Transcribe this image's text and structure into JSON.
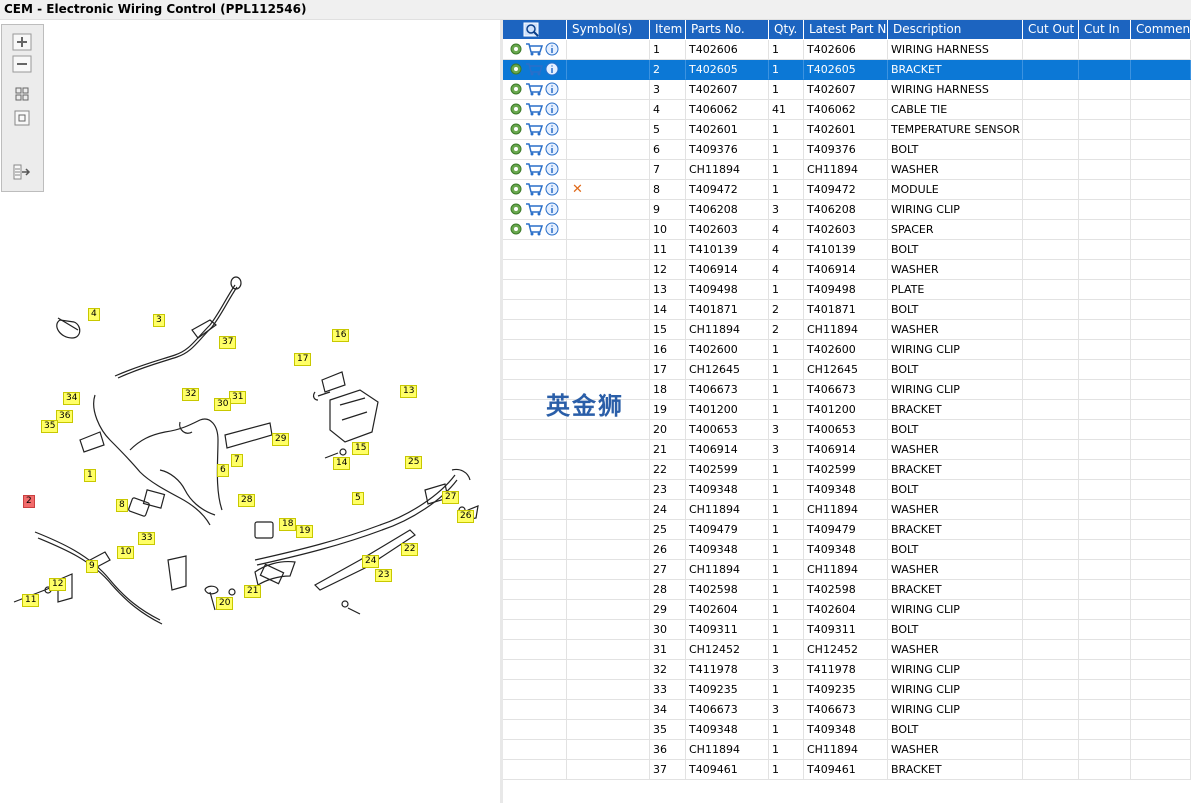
{
  "window": {
    "title": "CEM - Electronic Wiring Control (PPL112546)"
  },
  "toolbar": {
    "buttons": [
      {
        "name": "zoom-in-icon"
      },
      {
        "name": "zoom-out-icon"
      },
      {
        "name": "fit-page-icon"
      },
      {
        "name": "actual-size-icon"
      },
      {
        "name": "export-list-icon"
      }
    ]
  },
  "diagram": {
    "callouts": [
      "4",
      "3",
      "37",
      "16",
      "17",
      "13",
      "34",
      "36",
      "35",
      "32",
      "31",
      "30",
      "29",
      "15",
      "14",
      "1",
      "7",
      "6",
      "8",
      "28",
      "2",
      "18",
      "19",
      "10",
      "33",
      "9",
      "12",
      "11",
      "20",
      "21",
      "5",
      "22",
      "25",
      "27",
      "26",
      "24",
      "23"
    ],
    "highlighted_callout": "2"
  },
  "table": {
    "columns": [
      "",
      "Symbol(s)",
      "Item",
      "Parts No.",
      "Qty.",
      "Latest Part No.",
      "Description",
      "Cut Out",
      "Cut In",
      "Comment"
    ],
    "selected_item": "2",
    "rows": [
      {
        "icons": true,
        "symbol": "",
        "item": "1",
        "part": "T402606",
        "qty": "1",
        "latest": "T402606",
        "desc": "WIRING HARNESS"
      },
      {
        "icons": true,
        "symbol": "",
        "item": "2",
        "part": "T402605",
        "qty": "1",
        "latest": "T402605",
        "desc": "BRACKET"
      },
      {
        "icons": true,
        "symbol": "",
        "item": "3",
        "part": "T402607",
        "qty": "1",
        "latest": "T402607",
        "desc": "WIRING HARNESS"
      },
      {
        "icons": true,
        "symbol": "",
        "item": "4",
        "part": "T406062",
        "qty": "41",
        "latest": "T406062",
        "desc": "CABLE TIE"
      },
      {
        "icons": true,
        "symbol": "",
        "item": "5",
        "part": "T402601",
        "qty": "1",
        "latest": "T402601",
        "desc": "TEMPERATURE SENSOR"
      },
      {
        "icons": true,
        "symbol": "",
        "item": "6",
        "part": "T409376",
        "qty": "1",
        "latest": "T409376",
        "desc": "BOLT"
      },
      {
        "icons": true,
        "symbol": "",
        "item": "7",
        "part": "CH11894",
        "qty": "1",
        "latest": "CH11894",
        "desc": "WASHER"
      },
      {
        "icons": true,
        "symbol": "✕",
        "item": "8",
        "part": "T409472",
        "qty": "1",
        "latest": "T409472",
        "desc": "MODULE"
      },
      {
        "icons": true,
        "symbol": "",
        "item": "9",
        "part": "T406208",
        "qty": "3",
        "latest": "T406208",
        "desc": "WIRING CLIP"
      },
      {
        "icons": true,
        "symbol": "",
        "item": "10",
        "part": "T402603",
        "qty": "4",
        "latest": "T402603",
        "desc": "SPACER"
      },
      {
        "icons": false,
        "symbol": "",
        "item": "11",
        "part": "T410139",
        "qty": "4",
        "latest": "T410139",
        "desc": "BOLT"
      },
      {
        "icons": false,
        "symbol": "",
        "item": "12",
        "part": "T406914",
        "qty": "4",
        "latest": "T406914",
        "desc": "WASHER"
      },
      {
        "icons": false,
        "symbol": "",
        "item": "13",
        "part": "T409498",
        "qty": "1",
        "latest": "T409498",
        "desc": "PLATE"
      },
      {
        "icons": false,
        "symbol": "",
        "item": "14",
        "part": "T401871",
        "qty": "2",
        "latest": "T401871",
        "desc": "BOLT"
      },
      {
        "icons": false,
        "symbol": "",
        "item": "15",
        "part": "CH11894",
        "qty": "2",
        "latest": "CH11894",
        "desc": "WASHER"
      },
      {
        "icons": false,
        "symbol": "",
        "item": "16",
        "part": "T402600",
        "qty": "1",
        "latest": "T402600",
        "desc": "WIRING CLIP"
      },
      {
        "icons": false,
        "symbol": "",
        "item": "17",
        "part": "CH12645",
        "qty": "1",
        "latest": "CH12645",
        "desc": "BOLT"
      },
      {
        "icons": false,
        "symbol": "",
        "item": "18",
        "part": "T406673",
        "qty": "1",
        "latest": "T406673",
        "desc": "WIRING CLIP"
      },
      {
        "icons": false,
        "symbol": "",
        "item": "19",
        "part": "T401200",
        "qty": "1",
        "latest": "T401200",
        "desc": "BRACKET"
      },
      {
        "icons": false,
        "symbol": "",
        "item": "20",
        "part": "T400653",
        "qty": "3",
        "latest": "T400653",
        "desc": "BOLT"
      },
      {
        "icons": false,
        "symbol": "",
        "item": "21",
        "part": "T406914",
        "qty": "3",
        "latest": "T406914",
        "desc": "WASHER"
      },
      {
        "icons": false,
        "symbol": "",
        "item": "22",
        "part": "T402599",
        "qty": "1",
        "latest": "T402599",
        "desc": "BRACKET"
      },
      {
        "icons": false,
        "symbol": "",
        "item": "23",
        "part": "T409348",
        "qty": "1",
        "latest": "T409348",
        "desc": "BOLT"
      },
      {
        "icons": false,
        "symbol": "",
        "item": "24",
        "part": "CH11894",
        "qty": "1",
        "latest": "CH11894",
        "desc": "WASHER"
      },
      {
        "icons": false,
        "symbol": "",
        "item": "25",
        "part": "T409479",
        "qty": "1",
        "latest": "T409479",
        "desc": "BRACKET"
      },
      {
        "icons": false,
        "symbol": "",
        "item": "26",
        "part": "T409348",
        "qty": "1",
        "latest": "T409348",
        "desc": "BOLT"
      },
      {
        "icons": false,
        "symbol": "",
        "item": "27",
        "part": "CH11894",
        "qty": "1",
        "latest": "CH11894",
        "desc": "WASHER"
      },
      {
        "icons": false,
        "symbol": "",
        "item": "28",
        "part": "T402598",
        "qty": "1",
        "latest": "T402598",
        "desc": "BRACKET"
      },
      {
        "icons": false,
        "symbol": "",
        "item": "29",
        "part": "T402604",
        "qty": "1",
        "latest": "T402604",
        "desc": "WIRING CLIP"
      },
      {
        "icons": false,
        "symbol": "",
        "item": "30",
        "part": "T409311",
        "qty": "1",
        "latest": "T409311",
        "desc": "BOLT"
      },
      {
        "icons": false,
        "symbol": "",
        "item": "31",
        "part": "CH12452",
        "qty": "1",
        "latest": "CH12452",
        "desc": "WASHER"
      },
      {
        "icons": false,
        "symbol": "",
        "item": "32",
        "part": "T411978",
        "qty": "3",
        "latest": "T411978",
        "desc": "WIRING CLIP"
      },
      {
        "icons": false,
        "symbol": "",
        "item": "33",
        "part": "T409235",
        "qty": "1",
        "latest": "T409235",
        "desc": "WIRING CLIP"
      },
      {
        "icons": false,
        "symbol": "",
        "item": "34",
        "part": "T406673",
        "qty": "3",
        "latest": "T406673",
        "desc": "WIRING CLIP"
      },
      {
        "icons": false,
        "symbol": "",
        "item": "35",
        "part": "T409348",
        "qty": "1",
        "latest": "T409348",
        "desc": "BOLT"
      },
      {
        "icons": false,
        "symbol": "",
        "item": "36",
        "part": "CH11894",
        "qty": "1",
        "latest": "CH11894",
        "desc": "WASHER"
      },
      {
        "icons": false,
        "symbol": "",
        "item": "37",
        "part": "T409461",
        "qty": "1",
        "latest": "T409461",
        "desc": "BRACKET"
      }
    ]
  },
  "watermark": "英金狮",
  "colors": {
    "header": "#1c64c0",
    "selected_row": "#0c78d6",
    "callout": "#ffff66",
    "callout_highlight": "#f26b6b"
  }
}
